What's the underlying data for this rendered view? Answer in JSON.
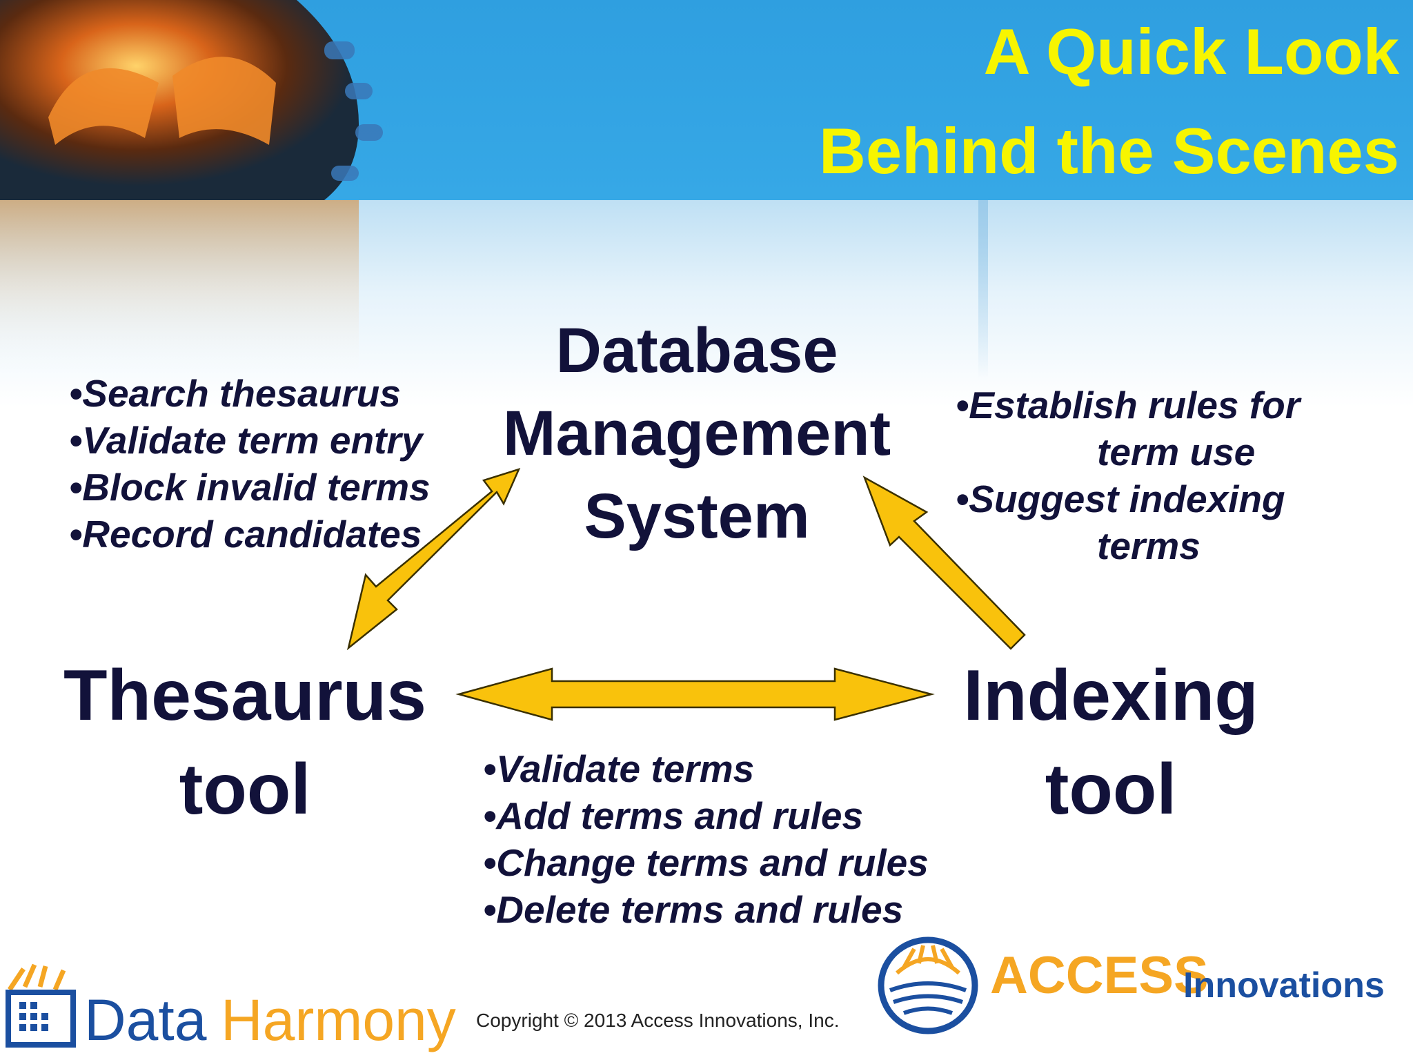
{
  "header": {
    "title_line1": "A Quick Look",
    "title_line2": "Behind the Scenes",
    "background_color": "#2f9fe0",
    "title_color": "#f7f500"
  },
  "nodes": {
    "database": [
      "Database",
      "Management",
      "System"
    ],
    "thesaurus": [
      "Thesaurus",
      "tool"
    ],
    "indexing": [
      "Indexing",
      "tool"
    ]
  },
  "bullets": {
    "thesaurus_database": [
      "•Search thesaurus",
      "•Validate term entry",
      "•Block invalid terms",
      "•Record candidates"
    ],
    "indexing_database": [
      "•Establish rules for",
      "term use",
      "•Suggest indexing",
      "terms"
    ],
    "thesaurus_indexing": [
      "•Validate terms",
      "•Add terms and rules",
      "•Change terms and rules",
      "•Delete terms and rules"
    ]
  },
  "colors": {
    "arrow_fill": "#f9c20c",
    "arrow_stroke": "#3a3000",
    "node_text": "#12123a"
  },
  "footer": {
    "copyright": "Copyright © 2013 Access Innovations, Inc.",
    "logo_data": "Data",
    "logo_harmony": "Harmony",
    "logo_access": "ACCESS",
    "logo_innovations": "Innovations"
  }
}
